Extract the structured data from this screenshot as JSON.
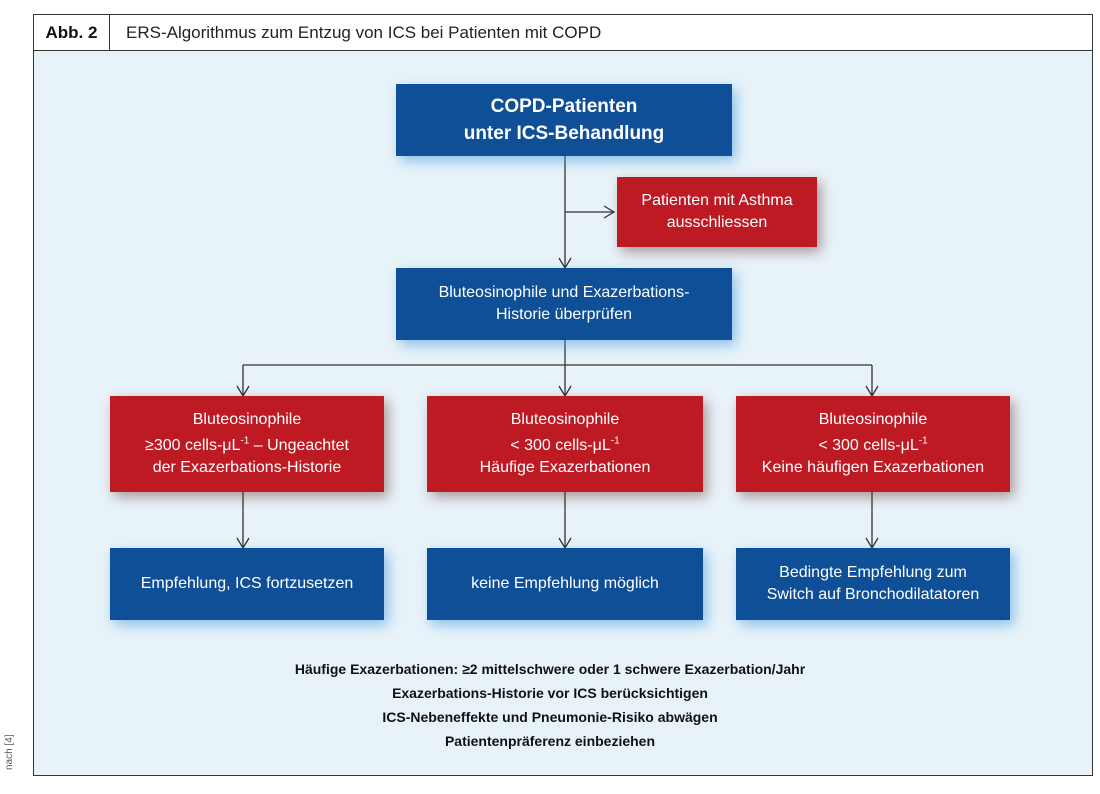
{
  "figure": {
    "label": "Abb. 2",
    "title": "ERS-Algorithmus zum Entzug von ICS bei Patienten mit COPD",
    "source_note": "nach [4]"
  },
  "nodes": {
    "start": "COPD-Patienten\nunter ICS-Behandlung",
    "exclude": "Patienten mit Asthma\nausschliessen",
    "check": "Bluteosinophile und Exazerbations-\nHistorie überprüfen",
    "branch_1": "Bluteosinophile\n≥300 cells-μL-1 – Ungeachtet\nder Exazerbations-Historie",
    "branch_2": "Bluteosinophile\n< 300 cells-μL-1\nHäufige Exazerbationen",
    "branch_3": "Bluteosinophile\n< 300 cells-μL-1\nKeine häufigen Exazerbationen",
    "result_1": "Empfehlung, ICS fortzusetzen",
    "result_2": "keine Empfehlung möglich",
    "result_3": "Bedingte Empfehlung zum\nSwitch auf Bronchodilatatoren"
  },
  "notes": [
    "Häufige Exazerbationen: ≥2 mittelschwere oder 1 schwere Exazerbation/Jahr",
    "Exazerbations-Historie vor ICS berücksichtigen",
    "ICS-Nebeneffekte und Pneumonie-Risiko abwägen",
    "Patientenpräferenz einbeziehen"
  ],
  "colors": {
    "blue_box": "#0f4f97",
    "red_box": "#bd1a23",
    "panel_background": "#e8f3f9"
  }
}
